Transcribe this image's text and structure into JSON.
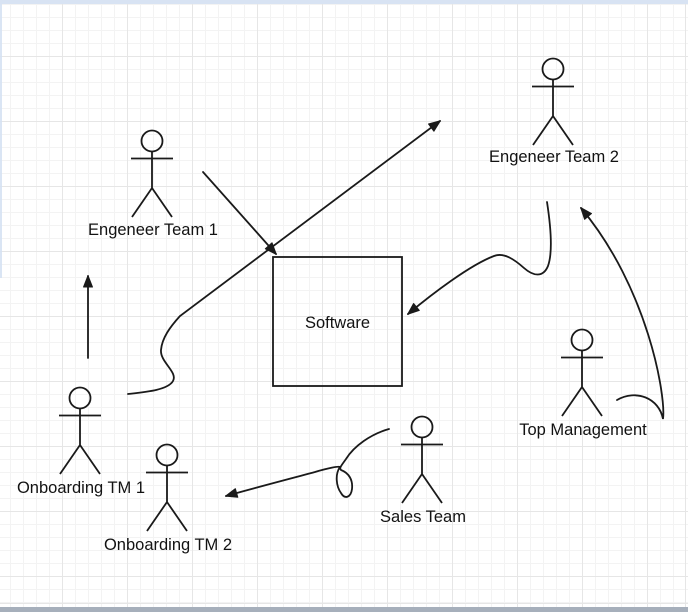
{
  "canvas": {
    "type": "diagram-grid-canvas",
    "background_color": "#ffffff",
    "grid_minor_color": "#f3f3f3",
    "grid_major_color": "#e6e6e6",
    "top_edge_color": "#d8e3f3",
    "scrollbar_color": "#a6afbb",
    "stroke_color": "#1a1a1a"
  },
  "nodes": {
    "software": {
      "id": "software",
      "shape": "rectangle",
      "label": "Software"
    },
    "actors": [
      {
        "id": "engineer-team-1",
        "shape": "stick-figure-actor",
        "label": "Engeneer Team 1"
      },
      {
        "id": "engineer-team-2",
        "shape": "stick-figure-actor",
        "label": "Engeneer Team 2"
      },
      {
        "id": "top-management",
        "shape": "stick-figure-actor",
        "label": "Top Management"
      },
      {
        "id": "onboarding-tm-1",
        "shape": "stick-figure-actor",
        "label": "Onboarding TM 1"
      },
      {
        "id": "onboarding-tm-2",
        "shape": "stick-figure-actor",
        "label": "Onboarding TM 2"
      },
      {
        "id": "sales-team",
        "shape": "stick-figure-actor",
        "label": "Sales Team"
      }
    ]
  },
  "edges": [
    {
      "id": "arrow-engineer-team-1-to-software",
      "from": "engineer-team-1",
      "to": "software",
      "style": "straight-arrow"
    },
    {
      "id": "arrow-long-diagonal-to-top-right",
      "from": "near onboarding TM 1",
      "to": "toward top right",
      "style": "squiggle-then-straight-arrow"
    },
    {
      "id": "arrow-engineer-team-2-to-software",
      "from": "engineer-team-2",
      "to": "software",
      "style": "wavy-arrow"
    },
    {
      "id": "arrow-top-management-to-engineer-team-2",
      "from": "top-management",
      "to": "engineer-team-2",
      "style": "swoosh-arc-arrow"
    },
    {
      "id": "arrow-onboarding-tm-1-up",
      "from": "onboarding-tm-1",
      "to": "engineer-team-1",
      "style": "straight-vertical-arrow"
    },
    {
      "id": "arrow-sales-team-to-onboarding-tm-2",
      "from": "sales-team",
      "to": "onboarding-tm-2",
      "style": "looped-curve-arrow"
    }
  ]
}
